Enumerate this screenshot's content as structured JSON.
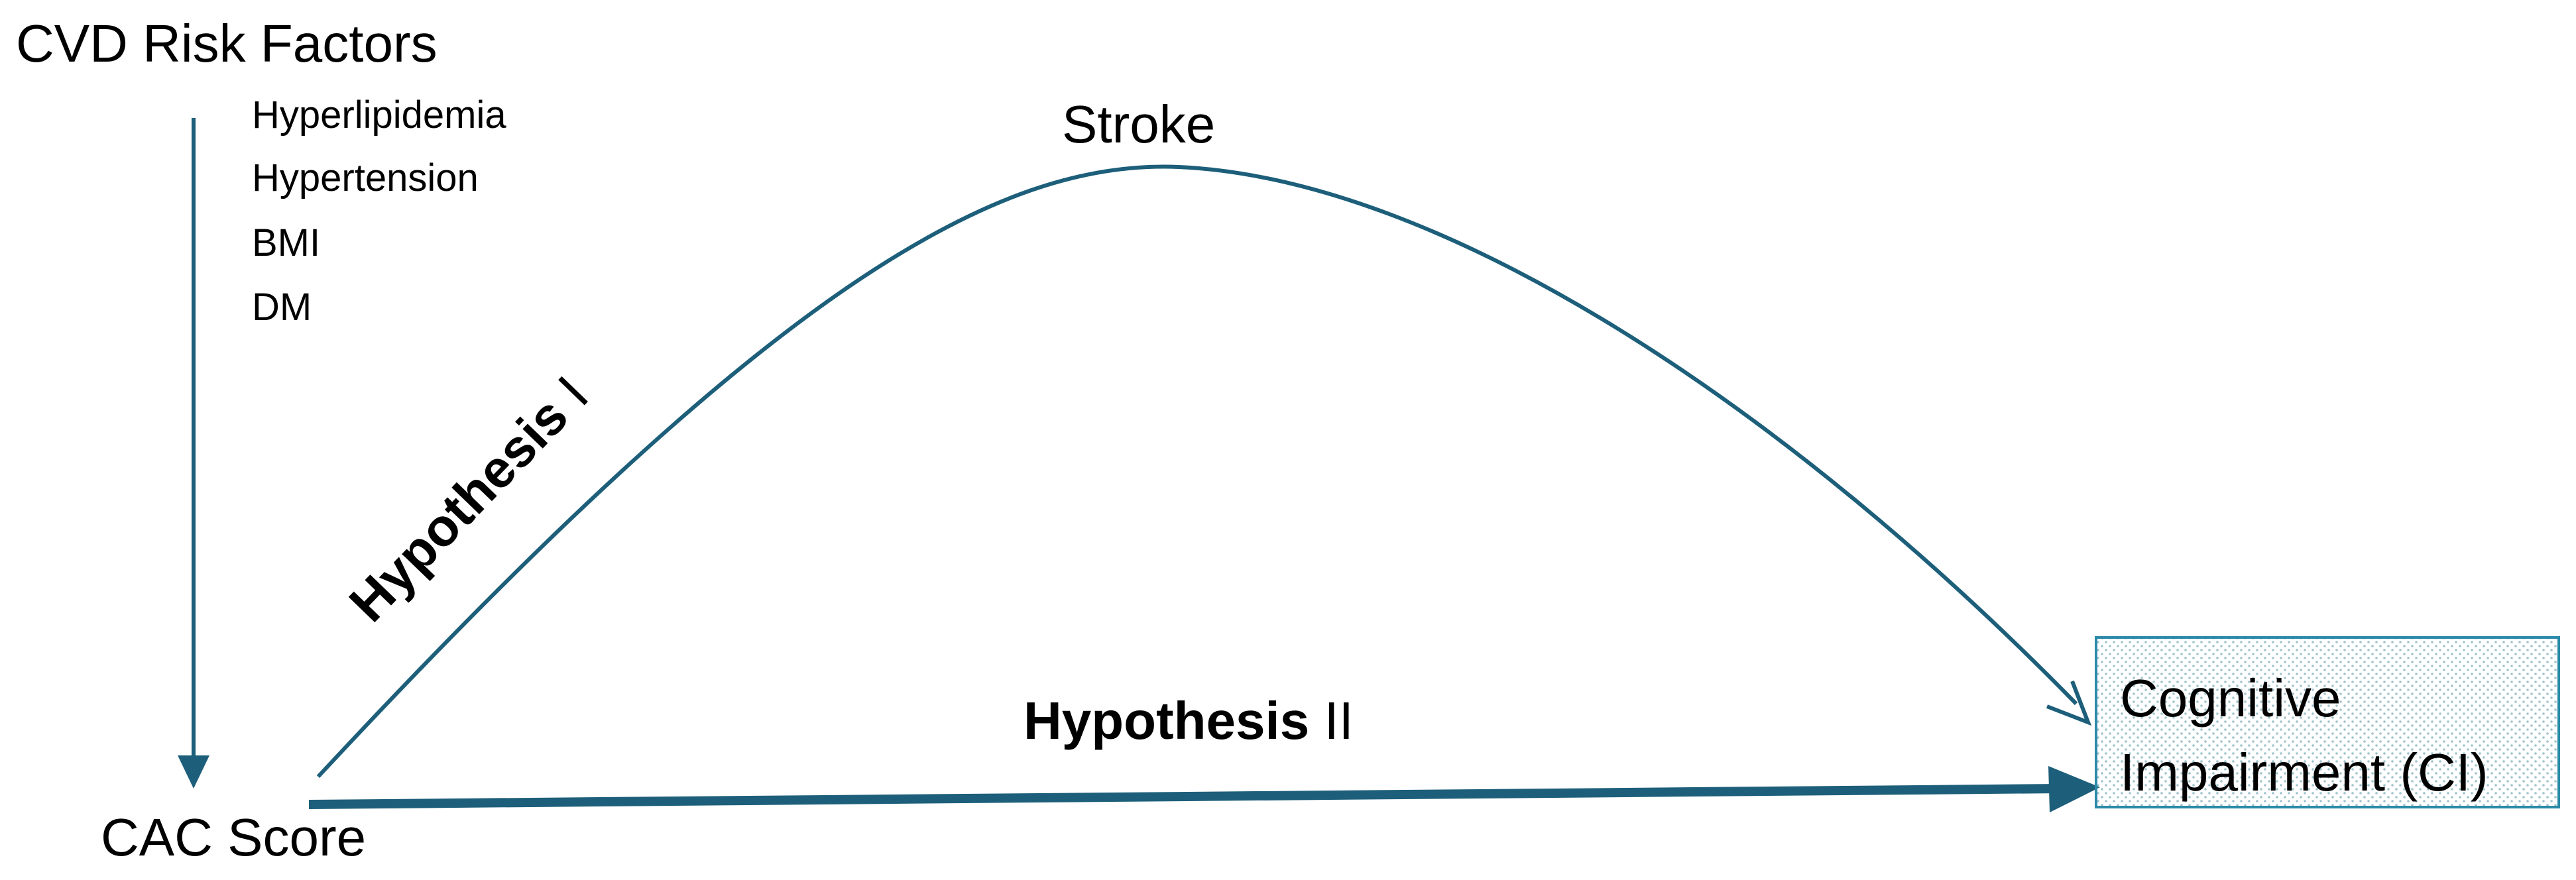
{
  "risk_factors": {
    "title": "CVD Risk Factors",
    "items": [
      "Hyperlipidemia",
      "Hypertension",
      "BMI",
      "DM"
    ]
  },
  "nodes": {
    "stroke": "Stroke",
    "cac_score": "CAC Score",
    "outcome_line1": "Cognitive",
    "outcome_line2": "Impairment (CI)"
  },
  "hypotheses": {
    "h1_word": "Hypothesis",
    "h1_numeral": "I",
    "h2_word": "Hypothesis",
    "h2_numeral": "II"
  },
  "colors": {
    "arrow": "#1d5f7a",
    "box_border": "#2b8aa8",
    "box_dots": "#9fc3cc",
    "text": "#000000"
  }
}
